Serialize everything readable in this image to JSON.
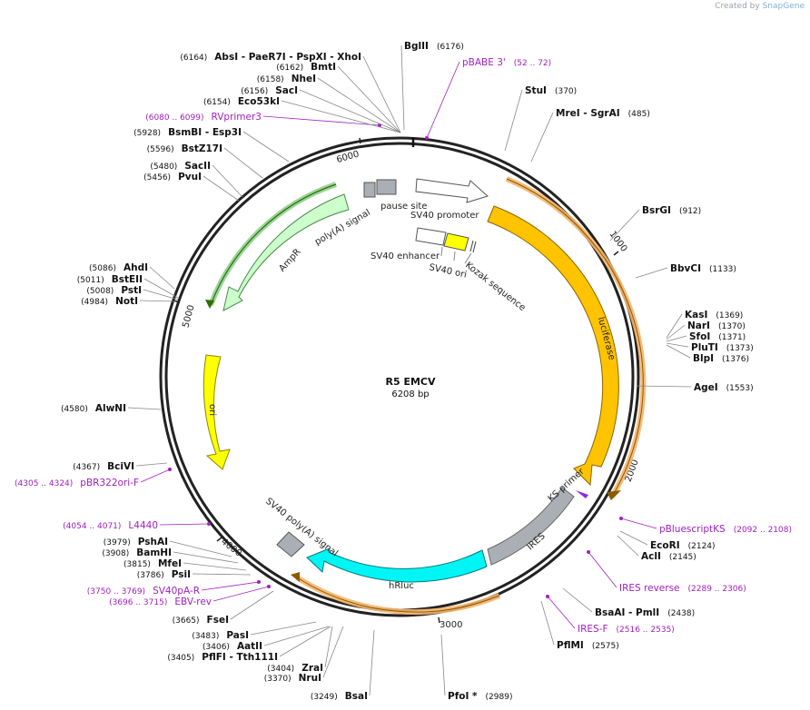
{
  "watermark": {
    "prefix": "Created by",
    "brand": "SnapGene"
  },
  "plasmid": {
    "name": "R5 EMCV",
    "size_label": "6208 bp",
    "length": 6208
  },
  "ticks": [
    "1000",
    "2000",
    "3000",
    "4000",
    "5000",
    "6000"
  ],
  "sites": [
    {
      "id": "bglii",
      "name": "BglII",
      "pos": "(6176)",
      "bp": 6176,
      "primer": false
    },
    {
      "id": "pbabe3",
      "name": "pBABE 3'",
      "pos": "(52 .. 72)",
      "bp": 62,
      "primer": true
    },
    {
      "id": "stui",
      "name": "StuI",
      "pos": "(370)",
      "bp": 370,
      "primer": false
    },
    {
      "id": "mrei",
      "name": "MreI  - SgrAI",
      "pos": "(485)",
      "bp": 485,
      "primer": false
    },
    {
      "id": "bsrgi",
      "name": "BsrGI",
      "pos": "(912)",
      "bp": 912,
      "primer": false
    },
    {
      "id": "bbvci",
      "name": "BbvCI",
      "pos": "(1133)",
      "bp": 1133,
      "primer": false
    },
    {
      "id": "kasi",
      "name": "KasI",
      "pos": "(1369)",
      "bp": 1369,
      "primer": false
    },
    {
      "id": "nari",
      "name": "NarI",
      "pos": "(1370)",
      "bp": 1370,
      "primer": false
    },
    {
      "id": "sfoi",
      "name": "SfoI",
      "pos": "(1371)",
      "bp": 1371,
      "primer": false
    },
    {
      "id": "plutii",
      "name": "PluTI",
      "pos": "(1373)",
      "bp": 1373,
      "primer": false
    },
    {
      "id": "blpi",
      "name": "BlpI",
      "pos": "(1376)",
      "bp": 1376,
      "primer": false
    },
    {
      "id": "agei",
      "name": "AgeI",
      "pos": "(1553)",
      "bp": 1553,
      "primer": false
    },
    {
      "id": "pbluescriptks",
      "name": "pBluescriptKS",
      "pos": "(2092 .. 2108)",
      "bp": 2100,
      "primer": true
    },
    {
      "id": "ecori",
      "name": "EcoRI",
      "pos": "(2124)",
      "bp": 2124,
      "primer": false
    },
    {
      "id": "acli",
      "name": "AclI",
      "pos": "(2145)",
      "bp": 2145,
      "primer": false
    },
    {
      "id": "iresrev",
      "name": "IRES reverse",
      "pos": "(2289 .. 2306)",
      "bp": 2297,
      "primer": true
    },
    {
      "id": "bsaai",
      "name": "BsaAI  - PmlI",
      "pos": "(2438)",
      "bp": 2438,
      "primer": false
    },
    {
      "id": "iresf",
      "name": "IRES-F",
      "pos": "(2516 .. 2535)",
      "bp": 2525,
      "primer": true
    },
    {
      "id": "pflmi",
      "name": "PflMI",
      "pos": "(2575)",
      "bp": 2575,
      "primer": false
    },
    {
      "id": "pfoi",
      "name": "PfoI *",
      "pos": "(2989)",
      "bp": 2989,
      "primer": false
    },
    {
      "id": "bsai",
      "name": "BsaI",
      "pos": "(3249)",
      "bp": 3249,
      "primer": false
    },
    {
      "id": "nrui",
      "name": "NruI",
      "pos": "(3370)",
      "bp": 3370,
      "primer": false
    },
    {
      "id": "zrai",
      "name": "ZraI",
      "pos": "(3404)",
      "bp": 3404,
      "primer": false
    },
    {
      "id": "pflfi",
      "name": "PflFI  - Tth111I",
      "pos": "(3405)",
      "bp": 3405,
      "primer": false
    },
    {
      "id": "aatii",
      "name": "AatII",
      "pos": "(3406)",
      "bp": 3406,
      "primer": false
    },
    {
      "id": "pasi",
      "name": "PasI",
      "pos": "(3483)",
      "bp": 3483,
      "primer": false
    },
    {
      "id": "fsei",
      "name": "FseI",
      "pos": "(3665)",
      "bp": 3665,
      "primer": false
    },
    {
      "id": "ebvrev",
      "name": "EBV-rev",
      "pos": "(3696 .. 3715)",
      "bp": 3705,
      "primer": true
    },
    {
      "id": "sv40par",
      "name": "SV40pA-R",
      "pos": "(3750 .. 3769)",
      "bp": 3760,
      "primer": true
    },
    {
      "id": "psii",
      "name": "PsiI",
      "pos": "(3786)",
      "bp": 3786,
      "primer": false
    },
    {
      "id": "mfei",
      "name": "MfeI",
      "pos": "(3815)",
      "bp": 3815,
      "primer": false
    },
    {
      "id": "bamhi",
      "name": "BamHI",
      "pos": "(3908)",
      "bp": 3908,
      "primer": false
    },
    {
      "id": "pshai",
      "name": "PshAI",
      "pos": "(3979)",
      "bp": 3979,
      "primer": false
    },
    {
      "id": "l4440",
      "name": "L4440",
      "pos": "(4054 .. 4071)",
      "bp": 4062,
      "primer": true
    },
    {
      "id": "pbr322ori",
      "name": "pBR322ori-F",
      "pos": "(4305 .. 4324)",
      "bp": 4315,
      "primer": true
    },
    {
      "id": "bcivi",
      "name": "BciVI",
      "pos": "(4367)",
      "bp": 4367,
      "primer": false
    },
    {
      "id": "alwni",
      "name": "AlwNI",
      "pos": "(4580)",
      "bp": 4580,
      "primer": false
    },
    {
      "id": "noti",
      "name": "NotI",
      "pos": "(4984)",
      "bp": 4984,
      "primer": false
    },
    {
      "id": "psti",
      "name": "PstI",
      "pos": "(5008)",
      "bp": 5008,
      "primer": false
    },
    {
      "id": "bsteii",
      "name": "BstEII",
      "pos": "(5011)",
      "bp": 5011,
      "primer": false
    },
    {
      "id": "ahdi",
      "name": "AhdI",
      "pos": "(5086)",
      "bp": 5086,
      "primer": false
    },
    {
      "id": "pvui",
      "name": "PvuI",
      "pos": "(5456)",
      "bp": 5456,
      "primer": false
    },
    {
      "id": "sacii",
      "name": "SacII",
      "pos": "(5480)",
      "bp": 5480,
      "primer": false
    },
    {
      "id": "bstz17i",
      "name": "BstZ17I",
      "pos": "(5596)",
      "bp": 5596,
      "primer": false
    },
    {
      "id": "bsmbi",
      "name": "BsmBI  - Esp3I",
      "pos": "(5928)",
      "bp": 5928,
      "primer": false
    },
    {
      "id": "rvprimer3",
      "name": "RVprimer3",
      "pos": "(6080 .. 6099)",
      "bp": 6090,
      "primer": true
    },
    {
      "id": "eco53ki",
      "name": "Eco53kI",
      "pos": "(6154)",
      "bp": 6154,
      "primer": false
    },
    {
      "id": "saci",
      "name": "SacI",
      "pos": "(6156)",
      "bp": 6156,
      "primer": false
    },
    {
      "id": "nhei",
      "name": "NheI",
      "pos": "(6158)",
      "bp": 6158,
      "primer": false
    },
    {
      "id": "bmti",
      "name": "BmtI",
      "pos": "(6162)",
      "bp": 6162,
      "primer": false
    },
    {
      "id": "absi",
      "name": "AbsI  - PaeR7I  - PspXI  - XhoI",
      "pos": "(6164)",
      "bp": 6164,
      "primer": false
    }
  ],
  "features": [
    {
      "id": "luciferase",
      "label": "luciferase",
      "color": "#ffc300"
    },
    {
      "id": "ires",
      "label": "IRES",
      "color": "#a9afb5"
    },
    {
      "id": "hrluc",
      "label": "hRluc",
      "color": "#00f5f5"
    },
    {
      "id": "sv40polya",
      "label": "SV40 poly(A) signal",
      "color": "#a9afb5"
    },
    {
      "id": "ori",
      "label": "ori",
      "color": "#ffff00"
    },
    {
      "id": "ampr",
      "label": "AmpR",
      "color": "#ccffcc"
    },
    {
      "id": "polyasignal",
      "label": "poly(A) signal",
      "color": "#a9afb5"
    },
    {
      "id": "pausesite",
      "label": "pause site",
      "color": "#a9afb5"
    },
    {
      "id": "sv40promoter",
      "label": "SV40 promoter",
      "color": "#ffffff"
    },
    {
      "id": "sv40enhancer",
      "label": "SV40 enhancer",
      "color": "#ffffff"
    },
    {
      "id": "sv40ori",
      "label": "SV40 ori",
      "color": "#ffff00"
    },
    {
      "id": "kozak",
      "label": "Kozak sequence",
      "color": "#ffffff"
    },
    {
      "id": "ksprimer",
      "label": "KS primer",
      "color": "#8a2be2"
    }
  ],
  "colors": {
    "backbone": "#222222",
    "primer": "#a020c0",
    "site_line": "#888888",
    "orf": "#f5b56a"
  }
}
